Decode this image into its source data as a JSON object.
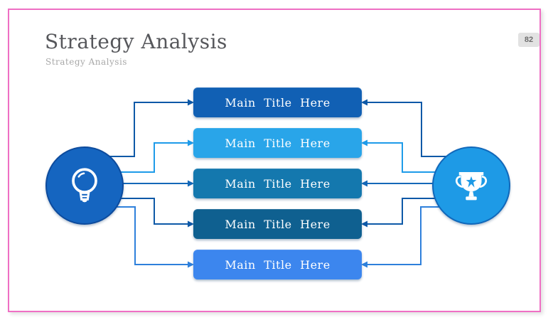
{
  "slide": {
    "title": "Strategy Analysis",
    "subtitle": "Strategy Analysis",
    "page_number": "82",
    "border_color": "#ef6fc4",
    "background": "#ffffff"
  },
  "diagram": {
    "left_circle": {
      "icon": "lightbulb-icon",
      "color": "#1565c0",
      "border_color": "#0d4b9d"
    },
    "right_circle": {
      "icon": "trophy-icon",
      "color": "#1e9ae6",
      "border_color": "#1168ba"
    },
    "bars": [
      {
        "label": "Main Title Here",
        "color": "#1160b4"
      },
      {
        "label": "Main Title Here",
        "color": "#29a5e9"
      },
      {
        "label": "Main Title Here",
        "color": "#1478ae"
      },
      {
        "label": "Main Title Here",
        "color": "#0f6090"
      },
      {
        "label": "Main Title Here",
        "color": "#3c86ee"
      }
    ],
    "connector_colors": [
      "#0e59a7",
      "#1e9be9",
      "#1468b8",
      "#0e59a7",
      "#2e80db"
    ],
    "bar_text_color": "#ffffff"
  }
}
